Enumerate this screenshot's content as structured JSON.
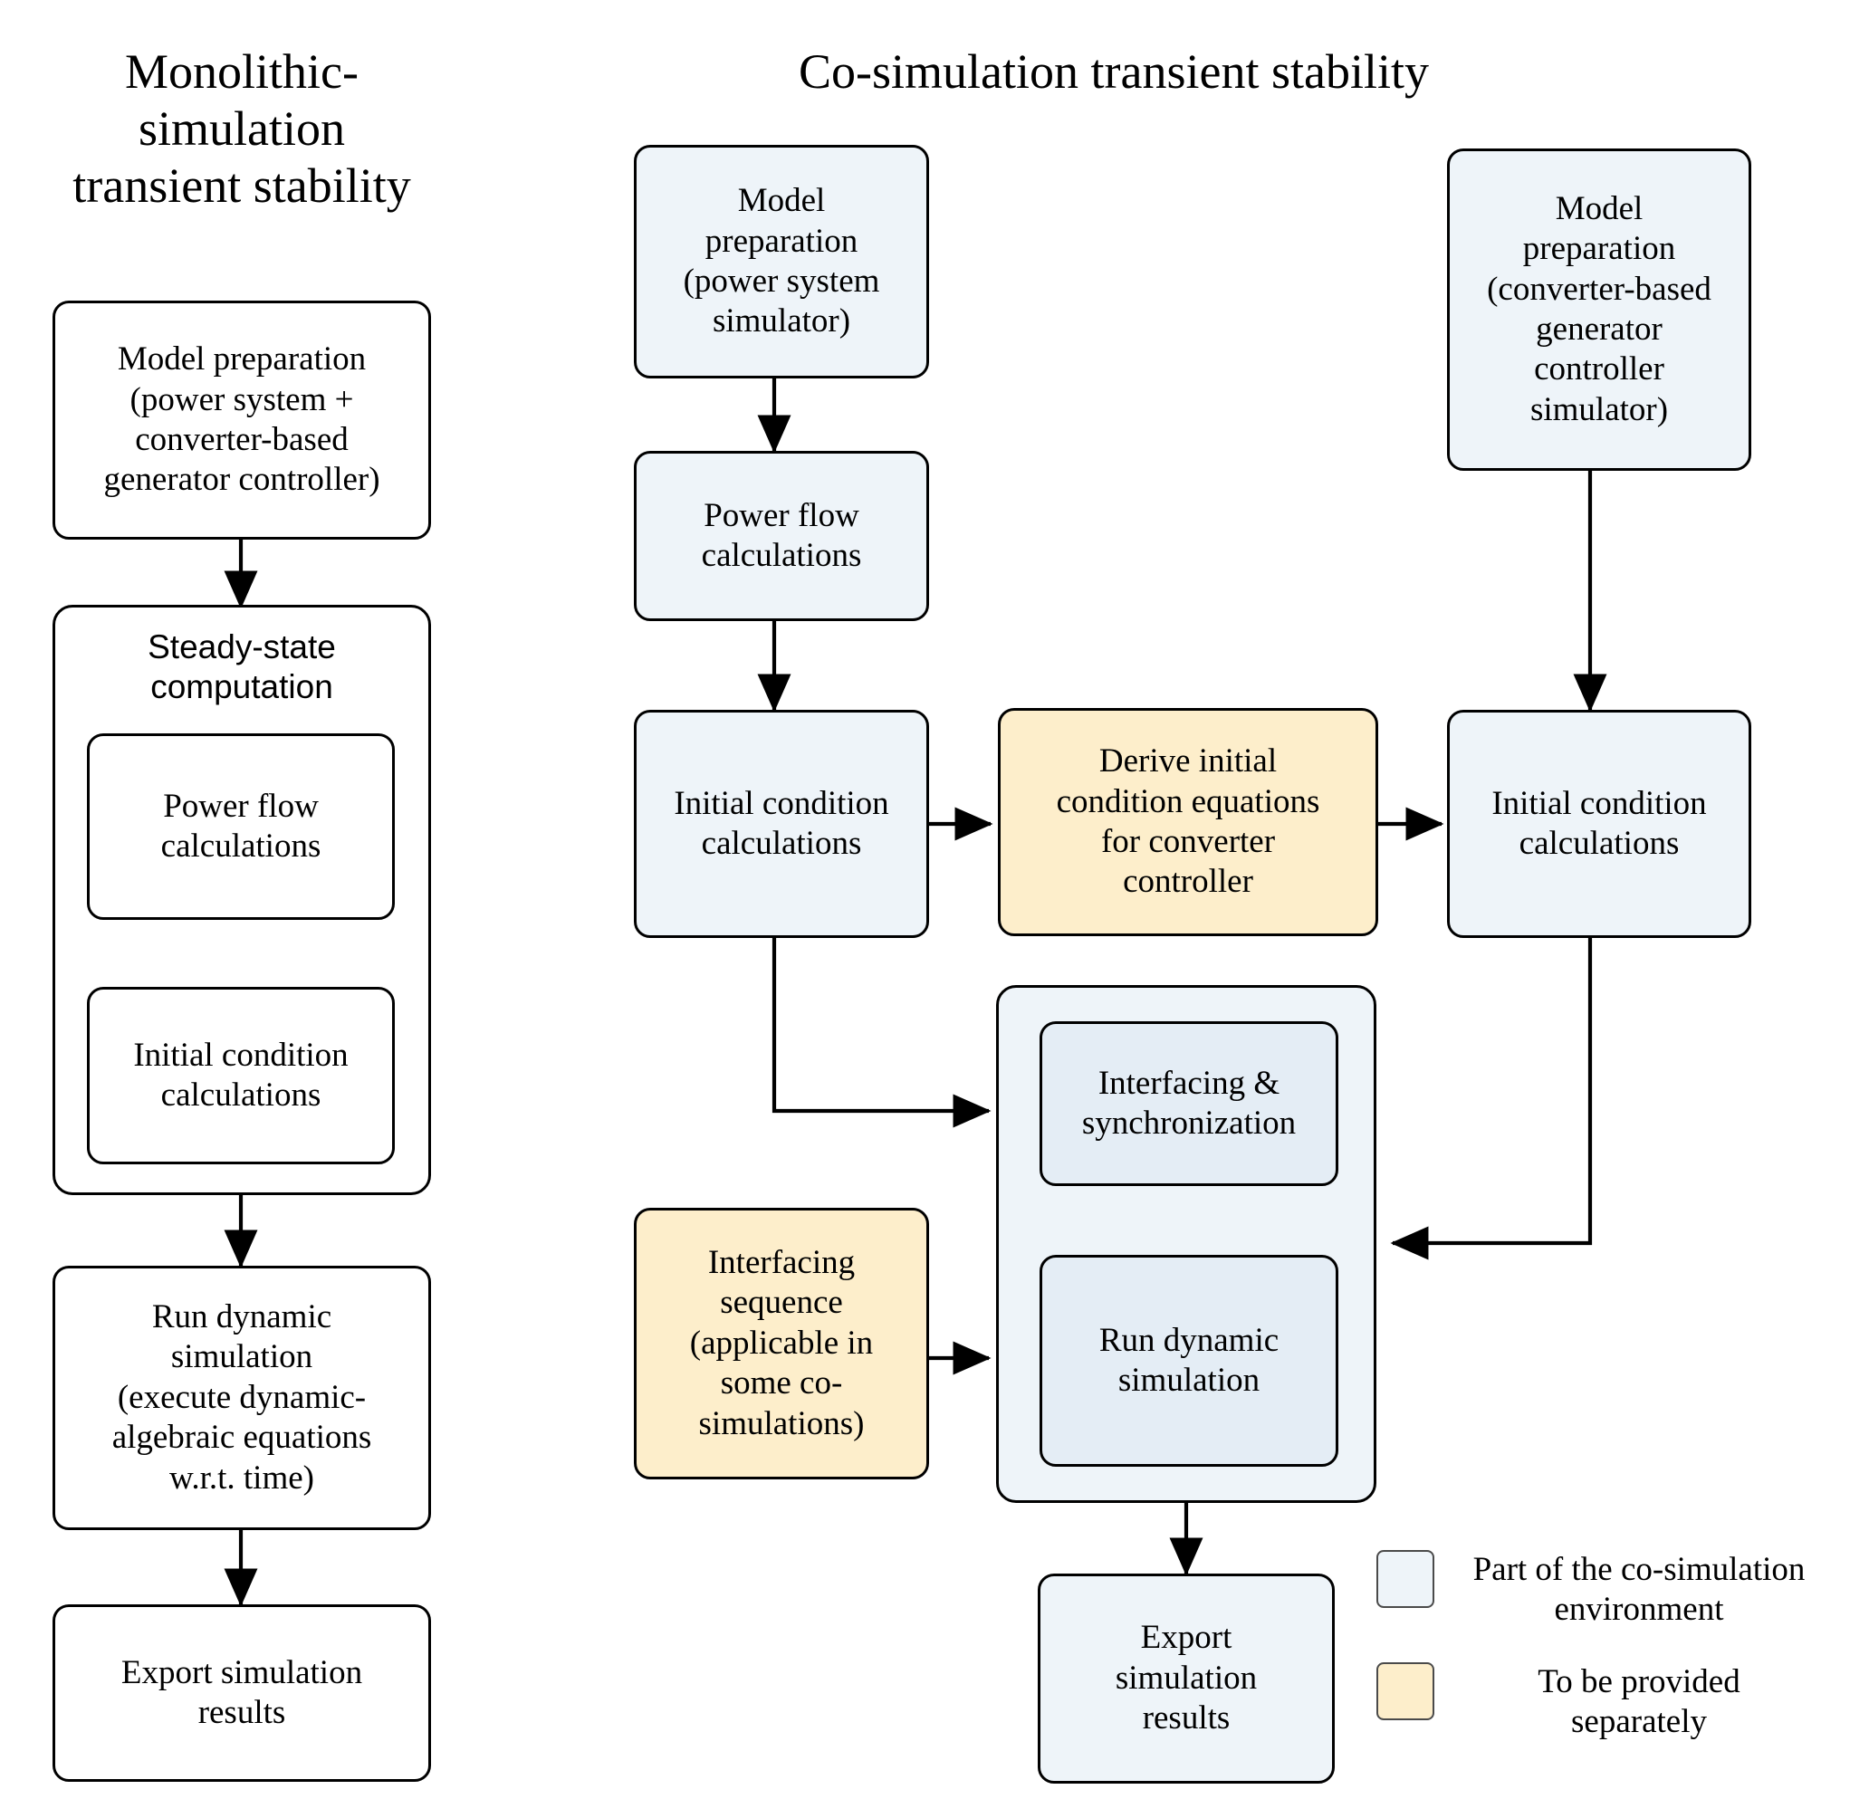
{
  "titles": {
    "left": "Monolithic-\nsimulation\ntransient stability",
    "right": "Co-simulation transient stability"
  },
  "colors": {
    "cosim_fill": "#eef4f9",
    "cosim_inner_fill": "#e4edf5",
    "separate_fill": "#fdeecb",
    "stroke": "#000000",
    "background": "#ffffff"
  },
  "monolithic": {
    "nodes": [
      {
        "id": "mono-model-prep",
        "label": "Model preparation\n(power system +\nconverter-based\ngenerator controller)"
      },
      {
        "id": "mono-steady-state-group",
        "label": "Steady-state\ncomputation"
      },
      {
        "id": "mono-power-flow",
        "label": "Power flow\ncalculations"
      },
      {
        "id": "mono-initial-condition",
        "label": "Initial condition\ncalculations"
      },
      {
        "id": "mono-run-dynamic",
        "label": "Run dynamic\nsimulation\n(execute dynamic-\nalgebraic equations\nw.r.t. time)"
      },
      {
        "id": "mono-export",
        "label": "Export simulation\nresults"
      }
    ]
  },
  "cosimulation": {
    "nodes": [
      {
        "id": "cosim-model-prep-power",
        "label": "Model\npreparation\n(power system\nsimulator)"
      },
      {
        "id": "cosim-power-flow",
        "label": "Power flow\ncalculations"
      },
      {
        "id": "cosim-initial-condition-left",
        "label": "Initial condition\ncalculations"
      },
      {
        "id": "cosim-derive-initial",
        "label": "Derive initial\ncondition equations\nfor converter\ncontroller"
      },
      {
        "id": "cosim-model-prep-converter",
        "label": "Model\npreparation\n(converter-based\ngenerator\ncontroller\nsimulator)"
      },
      {
        "id": "cosim-initial-condition-right",
        "label": "Initial condition\ncalculations"
      },
      {
        "id": "cosim-interfacing-sync",
        "label": "Interfacing &\nsynchronization"
      },
      {
        "id": "cosim-run-dynamic",
        "label": "Run dynamic\nsimulation"
      },
      {
        "id": "cosim-interfacing-sequence",
        "label": "Interfacing\nsequence\n(applicable in\nsome co-\nsimulations)"
      },
      {
        "id": "cosim-export",
        "label": "Export\nsimulation\nresults"
      }
    ]
  },
  "legend": {
    "items": [
      {
        "swatch": "cosim_fill",
        "label": "Part of the co-simulation\nenvironment"
      },
      {
        "swatch": "separate_fill",
        "label": "To be provided\nseparately"
      }
    ]
  }
}
